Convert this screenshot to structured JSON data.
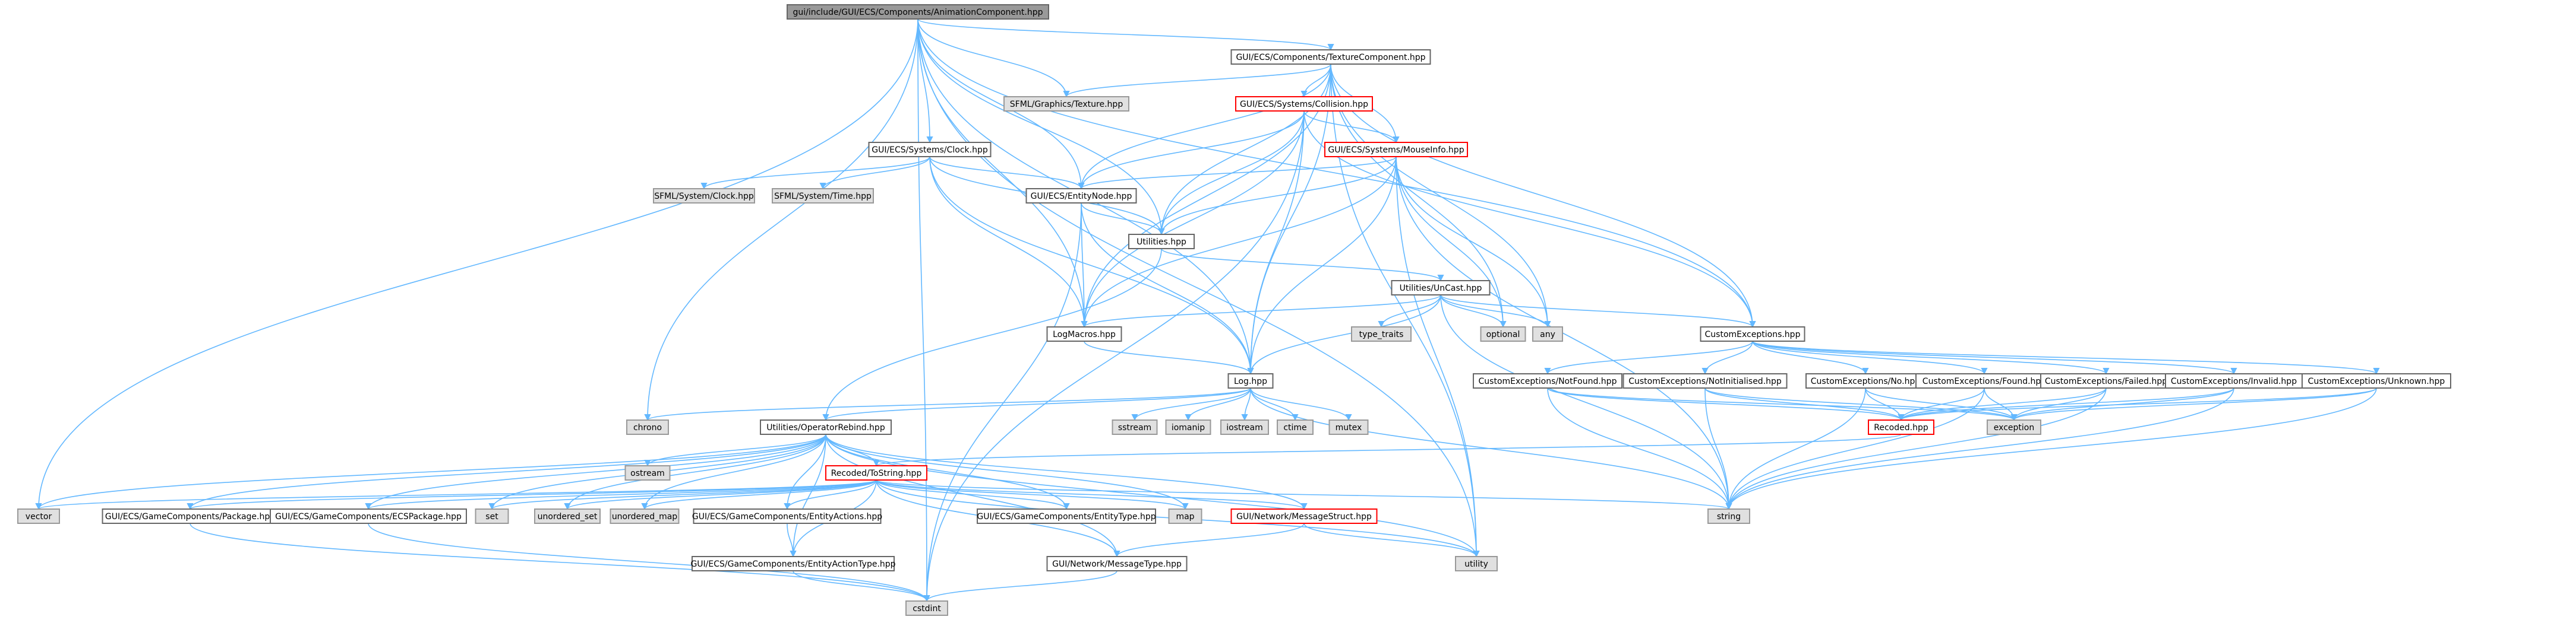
{
  "styles": {
    "root": {
      "fill": "#999999",
      "stroke": "#666666"
    },
    "normal": {
      "fill": "#ffffff",
      "stroke": "#666666"
    },
    "external": {
      "fill": "#e0e0e0",
      "stroke": "#999999"
    },
    "red": {
      "fill": "#ffffff",
      "stroke": "#ff0000"
    },
    "edge": "#63b8ff"
  },
  "nodes": [
    {
      "id": "root",
      "label": "gui/include/GUI/ECS/Components/AnimationComponent.hpp",
      "style": "root"
    },
    {
      "id": "texcomp",
      "label": "GUI/ECS/Components/TextureComponent.hpp",
      "style": "normal"
    },
    {
      "id": "sfmltex",
      "label": "SFML/Graphics/Texture.hpp",
      "style": "external"
    },
    {
      "id": "collision",
      "label": "GUI/ECS/Systems/Collision.hpp",
      "style": "red"
    },
    {
      "id": "mouseinfo",
      "label": "GUI/ECS/Systems/MouseInfo.hpp",
      "style": "red"
    },
    {
      "id": "clock",
      "label": "GUI/ECS/Systems/Clock.hpp",
      "style": "normal"
    },
    {
      "id": "sfmlclock",
      "label": "SFML/System/Clock.hpp",
      "style": "external"
    },
    {
      "id": "sfmltime",
      "label": "SFML/System/Time.hpp",
      "style": "external"
    },
    {
      "id": "entitynode",
      "label": "GUI/ECS/EntityNode.hpp",
      "style": "normal"
    },
    {
      "id": "utilities",
      "label": "Utilities.hpp",
      "style": "normal"
    },
    {
      "id": "uncast",
      "label": "Utilities/UnCast.hpp",
      "style": "normal"
    },
    {
      "id": "typetraits",
      "label": "type_traits",
      "style": "external"
    },
    {
      "id": "optional",
      "label": "optional",
      "style": "external"
    },
    {
      "id": "any",
      "label": "any",
      "style": "external"
    },
    {
      "id": "logmacros",
      "label": "LogMacros.hpp",
      "style": "normal"
    },
    {
      "id": "cexc",
      "label": "CustomExceptions.hpp",
      "style": "normal"
    },
    {
      "id": "log",
      "label": "Log.hpp",
      "style": "normal"
    },
    {
      "id": "chrono",
      "label": "chrono",
      "style": "external"
    },
    {
      "id": "oprebind",
      "label": "Utilities/OperatorRebind.hpp",
      "style": "normal"
    },
    {
      "id": "sstream",
      "label": "sstream",
      "style": "external"
    },
    {
      "id": "iomanip",
      "label": "iomanip",
      "style": "external"
    },
    {
      "id": "iostream",
      "label": "iostream",
      "style": "external"
    },
    {
      "id": "ctime",
      "label": "ctime",
      "style": "external"
    },
    {
      "id": "mutex",
      "label": "mutex",
      "style": "external"
    },
    {
      "id": "notfound",
      "label": "CustomExceptions/NotFound.hpp",
      "style": "normal"
    },
    {
      "id": "notinit",
      "label": "CustomExceptions/NotInitialised.hpp",
      "style": "normal"
    },
    {
      "id": "no",
      "label": "CustomExceptions/No.hpp",
      "style": "normal"
    },
    {
      "id": "found",
      "label": "CustomExceptions/Found.hpp",
      "style": "normal"
    },
    {
      "id": "failed",
      "label": "CustomExceptions/Failed.hpp",
      "style": "normal"
    },
    {
      "id": "invalid",
      "label": "CustomExceptions/Invalid.hpp",
      "style": "normal"
    },
    {
      "id": "unknown",
      "label": "CustomExceptions/Unknown.hpp",
      "style": "normal"
    },
    {
      "id": "recoded",
      "label": "Recoded.hpp",
      "style": "red"
    },
    {
      "id": "exception",
      "label": "exception",
      "style": "external"
    },
    {
      "id": "ostream",
      "label": "ostream",
      "style": "external"
    },
    {
      "id": "tostring",
      "label": "Recoded/ToString.hpp",
      "style": "red"
    },
    {
      "id": "vector",
      "label": "vector",
      "style": "external"
    },
    {
      "id": "package",
      "label": "GUI/ECS/GameComponents/Package.hpp",
      "style": "normal"
    },
    {
      "id": "ecspackage",
      "label": "GUI/ECS/GameComponents/ECSPackage.hpp",
      "style": "normal"
    },
    {
      "id": "set",
      "label": "set",
      "style": "external"
    },
    {
      "id": "unset",
      "label": "unordered_set",
      "style": "external"
    },
    {
      "id": "unmap",
      "label": "unordered_map",
      "style": "external"
    },
    {
      "id": "entityactions",
      "label": "GUI/ECS/GameComponents/EntityActions.hpp",
      "style": "normal"
    },
    {
      "id": "entitytype",
      "label": "GUI/ECS/GameComponents/EntityType.hpp",
      "style": "normal"
    },
    {
      "id": "map",
      "label": "map",
      "style": "external"
    },
    {
      "id": "msgstruct",
      "label": "GUI/Network/MessageStruct.hpp",
      "style": "red"
    },
    {
      "id": "string",
      "label": "string",
      "style": "external"
    },
    {
      "id": "utility",
      "label": "utility",
      "style": "external"
    },
    {
      "id": "entityactiontype",
      "label": "GUI/ECS/GameComponents/EntityActionType.hpp",
      "style": "normal"
    },
    {
      "id": "msgtype",
      "label": "GUI/Network/MessageType.hpp",
      "style": "normal"
    },
    {
      "id": "cstdint",
      "label": "cstdint",
      "style": "external"
    }
  ],
  "edges": [
    [
      "root",
      "texcomp"
    ],
    [
      "root",
      "sfmltex"
    ],
    [
      "root",
      "clock"
    ],
    [
      "root",
      "entitynode"
    ],
    [
      "root",
      "utilities"
    ],
    [
      "root",
      "logmacros"
    ],
    [
      "root",
      "log"
    ],
    [
      "root",
      "cexc"
    ],
    [
      "root",
      "chrono"
    ],
    [
      "root",
      "vector"
    ],
    [
      "root",
      "cstdint"
    ],
    [
      "root",
      "utility"
    ],
    [
      "texcomp",
      "sfmltex"
    ],
    [
      "texcomp",
      "collision"
    ],
    [
      "texcomp",
      "mouseinfo"
    ],
    [
      "texcomp",
      "entitynode"
    ],
    [
      "texcomp",
      "utilities"
    ],
    [
      "texcomp",
      "logmacros"
    ],
    [
      "texcomp",
      "log"
    ],
    [
      "texcomp",
      "cexc"
    ],
    [
      "texcomp",
      "optional"
    ],
    [
      "texcomp",
      "any"
    ],
    [
      "texcomp",
      "utility"
    ],
    [
      "collision",
      "mouseinfo"
    ],
    [
      "collision",
      "entitynode"
    ],
    [
      "collision",
      "utilities"
    ],
    [
      "collision",
      "logmacros"
    ],
    [
      "collision",
      "log"
    ],
    [
      "collision",
      "cexc"
    ],
    [
      "collision",
      "cstdint"
    ],
    [
      "mouseinfo",
      "entitynode"
    ],
    [
      "mouseinfo",
      "utilities"
    ],
    [
      "mouseinfo",
      "logmacros"
    ],
    [
      "mouseinfo",
      "log"
    ],
    [
      "mouseinfo",
      "optional"
    ],
    [
      "mouseinfo",
      "any"
    ],
    [
      "mouseinfo",
      "utility"
    ],
    [
      "mouseinfo",
      "string"
    ],
    [
      "clock",
      "sfmlclock"
    ],
    [
      "clock",
      "sfmltime"
    ],
    [
      "clock",
      "entitynode"
    ],
    [
      "clock",
      "utilities"
    ],
    [
      "clock",
      "logmacros"
    ],
    [
      "clock",
      "log"
    ],
    [
      "entitynode",
      "utilities"
    ],
    [
      "entitynode",
      "logmacros"
    ],
    [
      "entitynode",
      "log"
    ],
    [
      "entitynode",
      "cstdint"
    ],
    [
      "utilities",
      "uncast"
    ],
    [
      "utilities",
      "oprebind"
    ],
    [
      "uncast",
      "typetraits"
    ],
    [
      "uncast",
      "optional"
    ],
    [
      "uncast",
      "any"
    ],
    [
      "uncast",
      "logmacros"
    ],
    [
      "uncast",
      "log"
    ],
    [
      "uncast",
      "cexc"
    ],
    [
      "uncast",
      "string"
    ],
    [
      "logmacros",
      "log"
    ],
    [
      "cexc",
      "notfound"
    ],
    [
      "cexc",
      "notinit"
    ],
    [
      "cexc",
      "no"
    ],
    [
      "cexc",
      "found"
    ],
    [
      "cexc",
      "failed"
    ],
    [
      "cexc",
      "invalid"
    ],
    [
      "cexc",
      "unknown"
    ],
    [
      "log",
      "sstream"
    ],
    [
      "log",
      "iomanip"
    ],
    [
      "log",
      "iostream"
    ],
    [
      "log",
      "ctime"
    ],
    [
      "log",
      "mutex"
    ],
    [
      "log",
      "chrono"
    ],
    [
      "log",
      "oprebind"
    ],
    [
      "log",
      "string"
    ],
    [
      "notfound",
      "recoded"
    ],
    [
      "notfound",
      "exception"
    ],
    [
      "notfound",
      "string"
    ],
    [
      "notinit",
      "recoded"
    ],
    [
      "notinit",
      "exception"
    ],
    [
      "notinit",
      "string"
    ],
    [
      "no",
      "recoded"
    ],
    [
      "no",
      "exception"
    ],
    [
      "no",
      "string"
    ],
    [
      "found",
      "recoded"
    ],
    [
      "found",
      "exception"
    ],
    [
      "found",
      "string"
    ],
    [
      "failed",
      "recoded"
    ],
    [
      "failed",
      "exception"
    ],
    [
      "failed",
      "string"
    ],
    [
      "invalid",
      "recoded"
    ],
    [
      "invalid",
      "exception"
    ],
    [
      "invalid",
      "string"
    ],
    [
      "unknown",
      "recoded"
    ],
    [
      "unknown",
      "exception"
    ],
    [
      "unknown",
      "string"
    ],
    [
      "recoded",
      "tostring"
    ],
    [
      "oprebind",
      "ostream"
    ],
    [
      "oprebind",
      "tostring"
    ],
    [
      "oprebind",
      "vector"
    ],
    [
      "oprebind",
      "package"
    ],
    [
      "oprebind",
      "ecspackage"
    ],
    [
      "oprebind",
      "set"
    ],
    [
      "oprebind",
      "unset"
    ],
    [
      "oprebind",
      "unmap"
    ],
    [
      "oprebind",
      "entityactions"
    ],
    [
      "oprebind",
      "entitytype"
    ],
    [
      "oprebind",
      "map"
    ],
    [
      "oprebind",
      "msgstruct"
    ],
    [
      "oprebind",
      "utility"
    ],
    [
      "oprebind",
      "entityactiontype"
    ],
    [
      "oprebind",
      "msgtype"
    ],
    [
      "tostring",
      "vector"
    ],
    [
      "tostring",
      "package"
    ],
    [
      "tostring",
      "ecspackage"
    ],
    [
      "tostring",
      "set"
    ],
    [
      "tostring",
      "unset"
    ],
    [
      "tostring",
      "unmap"
    ],
    [
      "tostring",
      "entityactions"
    ],
    [
      "tostring",
      "entitytype"
    ],
    [
      "tostring",
      "map"
    ],
    [
      "tostring",
      "msgstruct"
    ],
    [
      "tostring",
      "string"
    ],
    [
      "tostring",
      "utility"
    ],
    [
      "tostring",
      "entityactiontype"
    ],
    [
      "tostring",
      "msgtype"
    ],
    [
      "package",
      "cstdint"
    ],
    [
      "ecspackage",
      "cstdint"
    ],
    [
      "entityactions",
      "entityactiontype"
    ],
    [
      "msgstruct",
      "msgtype"
    ],
    [
      "msgstruct",
      "utility"
    ],
    [
      "msgtype",
      "cstdint"
    ],
    [
      "entityactiontype",
      "cstdint"
    ]
  ]
}
